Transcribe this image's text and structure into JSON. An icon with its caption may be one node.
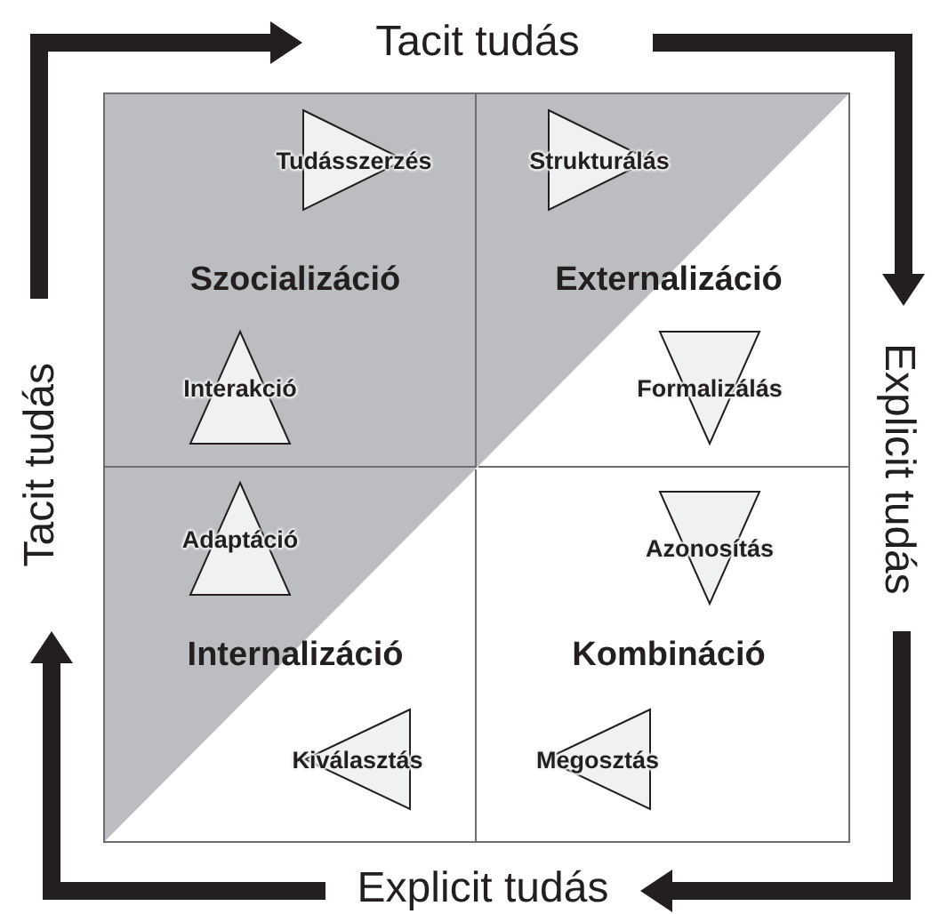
{
  "diagram": {
    "nodes": [
      {
        "text": [
          "Tacit tudás"
        ]
      },
      {
        "text": [
          "Tacit tudás"
        ]
      },
      {
        "text": [
          "Explicit tudás"
        ]
      },
      {
        "text": [
          "Explicit tudás"
        ]
      },
      {
        "text": [
          "Szocializáció"
        ]
      },
      {
        "text": [
          "Tudásszerzés"
        ],
        "in": 4
      },
      {
        "text": [
          "Interakció"
        ],
        "in": 4
      },
      {
        "text": [
          "Externalizáció"
        ]
      },
      {
        "text": [
          "Strukturálás"
        ],
        "in": 7
      },
      {
        "text": [
          "Formalizálás"
        ],
        "in": 7
      },
      {
        "text": [
          "Internalizáció"
        ]
      },
      {
        "text": [
          "Adaptáció"
        ],
        "in": 10
      },
      {
        "text": [
          "Kiválasztás"
        ],
        "in": 10
      },
      {
        "text": [
          "Kombináció"
        ]
      },
      {
        "text": [
          "Azonosítás"
        ],
        "in": 13
      },
      {
        "text": [
          "Megosztás"
        ],
        "in": 13
      }
    ],
    "edges": [
      {
        "from": 1,
        "to": 0,
        "arrow": "to"
      },
      {
        "from": 0,
        "to": 2,
        "arrow": "to"
      },
      {
        "from": 2,
        "to": 3,
        "arrow": "to"
      },
      {
        "from": 3,
        "to": 1,
        "arrow": "to"
      }
    ]
  }
}
